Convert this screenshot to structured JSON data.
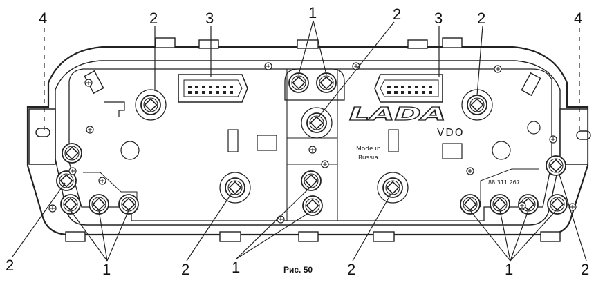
{
  "figure": {
    "caption": "Рис. 50",
    "callout_numbers": [
      "1",
      "2",
      "3",
      "4"
    ],
    "plate_text": {
      "brand_logo": "LADA",
      "maker_logo": "VDO",
      "origin_line1": "Mode in",
      "origin_line2": "Russia",
      "part_number": "88 311 267"
    }
  },
  "style": {
    "ink": "#222222",
    "background": "#ffffff"
  }
}
